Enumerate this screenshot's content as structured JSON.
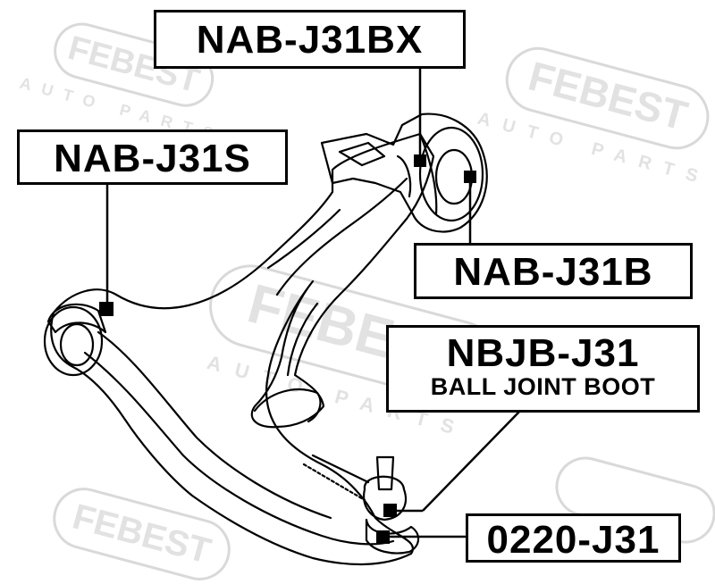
{
  "watermark": {
    "brand": "FEBEST",
    "sub": "AUTO PARTS",
    "color": "#d9d9d9"
  },
  "callouts": [
    {
      "id": "nab-j31bx",
      "code": "NAB-J31BX",
      "description": ""
    },
    {
      "id": "nab-j31s",
      "code": "NAB-J31S",
      "description": ""
    },
    {
      "id": "nab-j31b",
      "code": "NAB-J31B",
      "description": ""
    },
    {
      "id": "nbjb-j31",
      "code": "NBJB-J31",
      "description": "BALL JOINT BOOT"
    },
    {
      "id": "0220-j31",
      "code": "0220-J31",
      "description": ""
    }
  ],
  "colors": {
    "ink": "#000000",
    "background": "#ffffff",
    "marker": "#000000"
  }
}
